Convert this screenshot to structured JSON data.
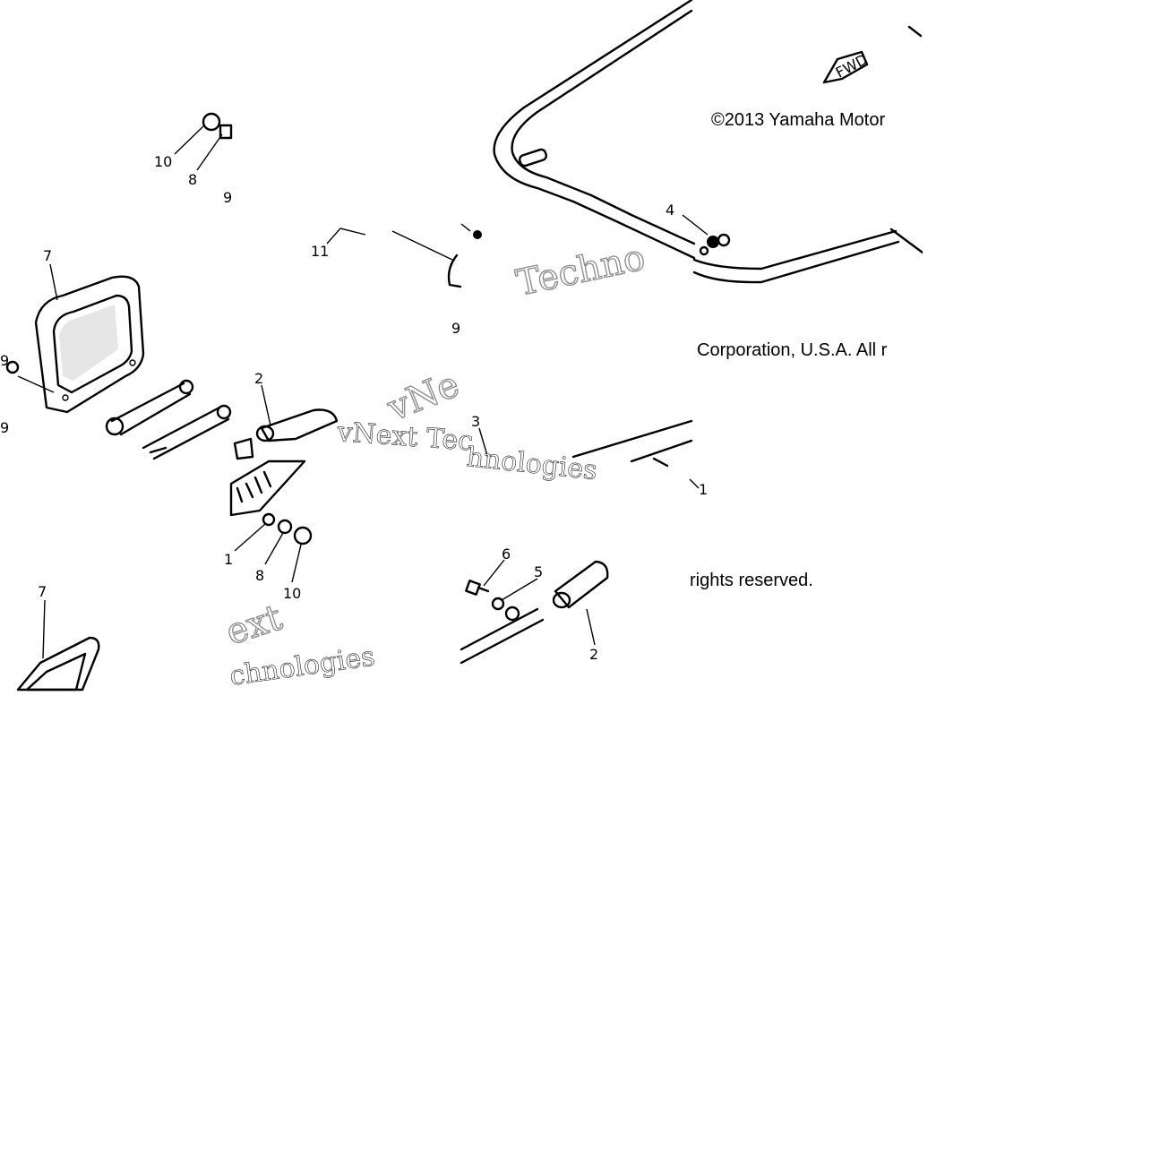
{
  "diagram": {
    "copyright": {
      "line1": "©2013 Yamaha Motor",
      "line2": "Corporation, U.S.A. All r",
      "line3": "rights reserved."
    },
    "direction_badge": "FWD",
    "watermarks": [
      "Techno",
      "vNe",
      "vNext Tec",
      "hnologies",
      "ext",
      "chnologies"
    ],
    "callouts": [
      "10",
      "8",
      "9",
      "7",
      "11",
      "9",
      "9",
      "2",
      "3",
      "4",
      "1",
      "8",
      "10",
      "6",
      "5",
      "2",
      "7",
      "1"
    ]
  }
}
